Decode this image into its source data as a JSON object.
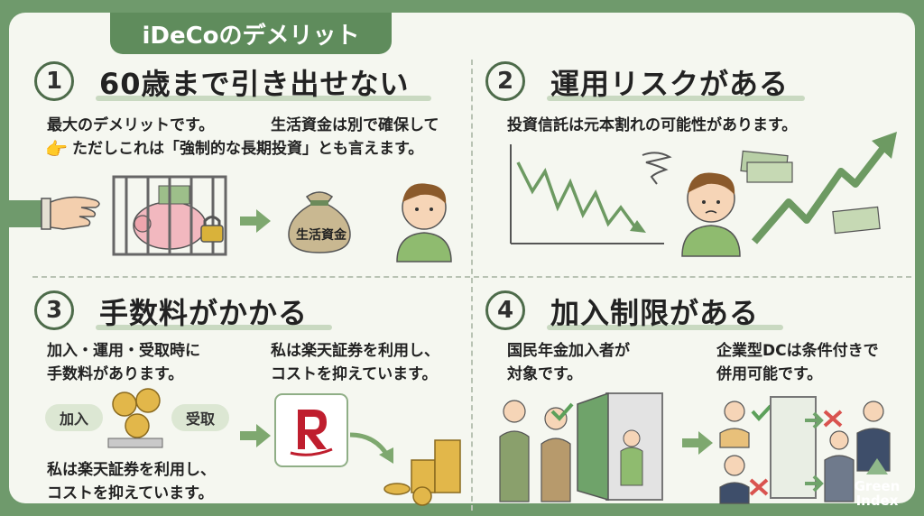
{
  "title": "iDeCoのデメリット",
  "sections": [
    {
      "number": "1",
      "heading": "60歳まで引き出せない",
      "lines": [
        "最大のデメリットです。",
        "生活資金は別で確保して",
        "ただしこれは「強制的な長期投資」とも言えます。"
      ],
      "bag_label": "生活資金"
    },
    {
      "number": "2",
      "heading": "運用リスクがある",
      "lines": [
        "投資信託は元本割れの可能性があります。"
      ]
    },
    {
      "number": "3",
      "heading": "手数料がかかる",
      "lines": [
        "加入・運用・受取時に",
        "手数料があります。",
        "私は楽天証券を利用し、",
        "コストを抑えています。"
      ],
      "lines_bottom": [
        "私は楽天証券を利用し、",
        "コストを抑えています。"
      ],
      "pill_left": "加入",
      "pill_right": "受取"
    },
    {
      "number": "4",
      "heading": "加入制限がある",
      "lines": [
        "国民年金加入者が",
        "対象です。",
        "企業型DCは条件付きで",
        "併用可能です。"
      ]
    }
  ],
  "logo": {
    "line1": "Green",
    "line2": "Index"
  },
  "colors": {
    "bg": "#6f9a6c",
    "accent": "#5f8c5c",
    "card": "#f5f7f0",
    "check": "#5ca05a",
    "cross": "#d9534f"
  },
  "icons": [
    "hand-icon",
    "piggy-bank-icon",
    "padlock-icon",
    "money-bag-icon",
    "thinking-person-icon",
    "falling-chart-icon",
    "rising-arrow-icon",
    "banknote-icon",
    "coin-icon",
    "rakuten-logo-icon",
    "door-icon",
    "check-icon",
    "cross-icon",
    "person-icon",
    "pointing-hand-icon"
  ]
}
